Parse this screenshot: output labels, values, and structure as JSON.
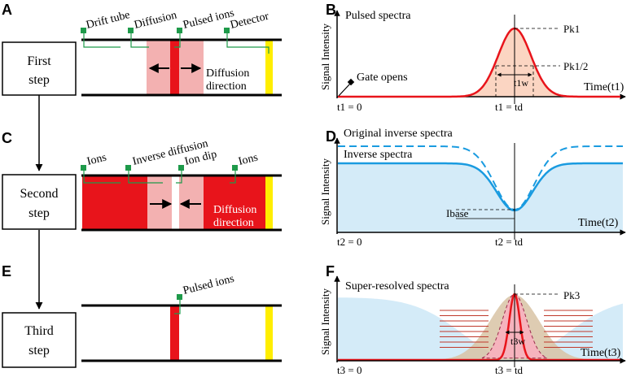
{
  "colors": {
    "ion_red": "#e8141b",
    "diffusion_pink": "#f3b1b1",
    "detector_yellow": "#ffee00",
    "connector_green": "#1e9a4a",
    "signal_red": "#e8141b",
    "fill_peach": "#fbd5c2",
    "inverse_blue": "#1a9be0",
    "fill_lightblue": "#d4ebf8",
    "peak_pink": "#f6b3bd",
    "wing_tan": "#d8c3a5"
  },
  "panel_A": {
    "letter": "A",
    "step_box": [
      "First",
      "step"
    ],
    "labels": {
      "drift_tube": "Drift tube",
      "diffusion": "Diffusion",
      "pulsed_ions": "Pulsed ions",
      "detector": "Detector"
    },
    "direction": [
      "Diffusion",
      "direction"
    ]
  },
  "panel_B": {
    "letter": "B",
    "title": "Pulsed spectra",
    "ylabel": "Signal Intensity",
    "xlabel": "Time(t1)",
    "gate": "Gate opens",
    "t0": "t1 = 0",
    "td": "t1 = td",
    "peak": "Pk1",
    "half": "Pk1/2",
    "width": "t1w"
  },
  "panel_C": {
    "letter": "C",
    "step_box": [
      "Second",
      "step"
    ],
    "labels": {
      "ions_left": "Ions",
      "inverse_diffusion": "Inverse diffusion",
      "ion_dip": "Ion dip",
      "ions_right": "Ions"
    },
    "direction": [
      "Diffusion",
      "direction"
    ]
  },
  "panel_D": {
    "letter": "D",
    "original": "Original inverse spectra",
    "title": "Inverse spectra",
    "ylabel": "Signal Intensity",
    "xlabel": "Time(t2)",
    "ibase": "Ibase",
    "t0": "t2 = 0",
    "td": "t2 = td"
  },
  "panel_E": {
    "letter": "E",
    "step_box": [
      "Third",
      "step"
    ],
    "labels": {
      "pulsed_ions": "Pulsed ions"
    }
  },
  "panel_F": {
    "letter": "F",
    "title": "Super-resolved spectra",
    "ylabel": "Signal Intensity",
    "xlabel": "Time(t3)",
    "t0": "t3 = 0",
    "td": "t3 = td",
    "peak": "Pk3",
    "width": "t3w"
  }
}
